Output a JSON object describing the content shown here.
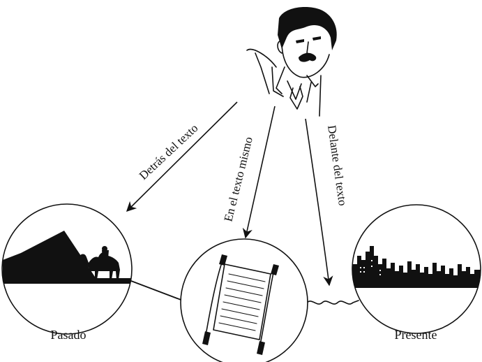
{
  "arrows": {
    "behind": "Detrás del texto",
    "in": "En el texto mismo",
    "front": "Delante del texto"
  },
  "labels": {
    "past": "Pasado",
    "present": "Presente"
  },
  "icons": {
    "reader": "man-portrait-icon",
    "past": "pyramid-camel-icon",
    "text": "scroll-icon",
    "present": "city-skyline-icon"
  }
}
